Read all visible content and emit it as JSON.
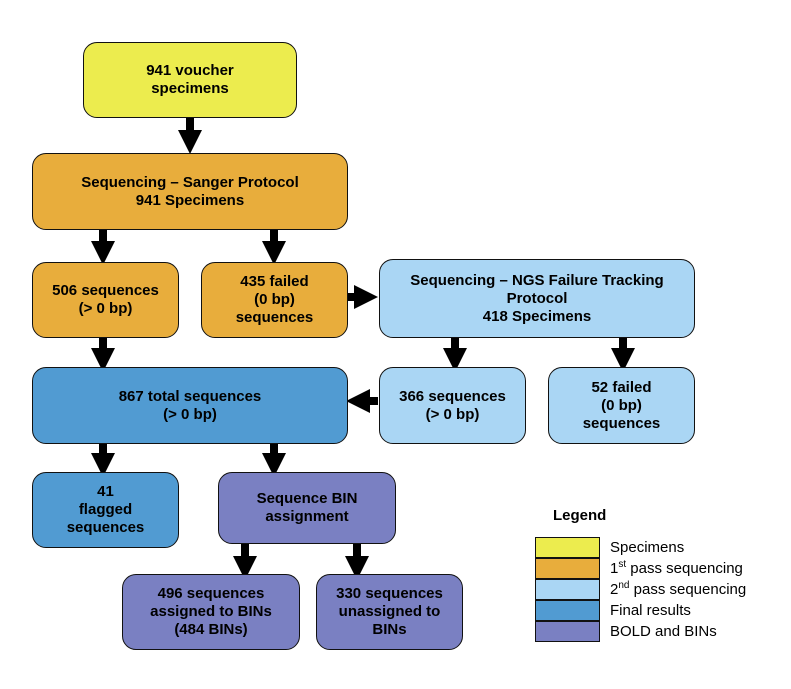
{
  "colors": {
    "specimens": "#ecec4e",
    "first_pass": "#e8ad3c",
    "second_pass": "#aad6f4",
    "final": "#519bd2",
    "bold": "#7a80c2",
    "arrow": "#000000"
  },
  "boxes": {
    "voucher": [
      "941 voucher",
      "specimens"
    ],
    "sanger": [
      "Sequencing – Sanger Protocol",
      "941 Specimens"
    ],
    "seq506": [
      "506 sequences",
      "(> 0 bp)"
    ],
    "failed435": [
      "435 failed",
      "(0 bp)",
      "sequences"
    ],
    "ngs": [
      "Sequencing – NGS Failure Tracking",
      "Protocol",
      "418 Specimens"
    ],
    "total867": [
      "867 total sequences",
      "(> 0 bp)"
    ],
    "seq366": [
      "366 sequences",
      "(> 0 bp)"
    ],
    "failed52": [
      "52 failed",
      "(0 bp)",
      "sequences"
    ],
    "flagged41": [
      "41",
      "flagged",
      "sequences"
    ],
    "bin_assign": [
      "Sequence BIN",
      "assignment"
    ],
    "assigned496": [
      "496 sequences",
      "assigned to BINs",
      "(484 BINs)"
    ],
    "unassigned330": [
      "330 sequences",
      "unassigned to",
      "BINs"
    ]
  },
  "legend": {
    "title": "Legend",
    "items": [
      {
        "label": "Specimens",
        "sup": "",
        "suffix": ""
      },
      {
        "label": "1",
        "sup": "st",
        "suffix": " pass sequencing"
      },
      {
        "label": "2",
        "sup": "nd",
        "suffix": " pass sequencing"
      },
      {
        "label": "Final results",
        "sup": "",
        "suffix": ""
      },
      {
        "label": "BOLD and BINs",
        "sup": "",
        "suffix": ""
      }
    ]
  }
}
